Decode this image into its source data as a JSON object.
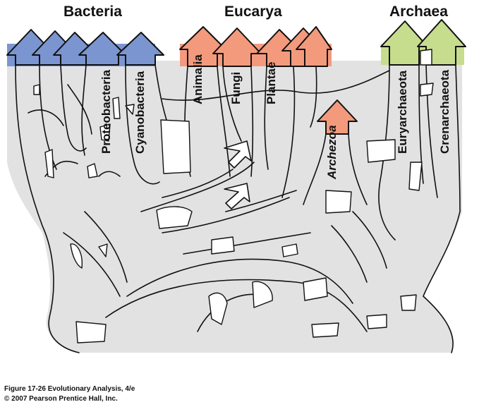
{
  "domains": {
    "bacteria": "Bacteria",
    "eucarya": "Eucarya",
    "archaea": "Archaea"
  },
  "lineages": {
    "proteobacteria": "Proteobacteria",
    "cyanobacteria": "Cyanobacteria",
    "animalia": "Animalia",
    "fungi": "Fungi",
    "plantae": "Plantae",
    "archezoa": "Archezoa",
    "euryarchaeota": "Euryarchaeota",
    "crenarchaeota": "Crenarchaeota"
  },
  "caption": {
    "line1": "Figure 17-26  Evolutionary Analysis, 4/e",
    "line2": "© 2007 Pearson Prentice Hall, Inc."
  },
  "colors": {
    "tree_fill": "#e2e2e2",
    "bacteria_accent": "#7b95d1",
    "eucarya_accent": "#f39a7d",
    "archaea_accent": "#c6dd8d",
    "outline": "#111111",
    "background": "#ffffff"
  }
}
